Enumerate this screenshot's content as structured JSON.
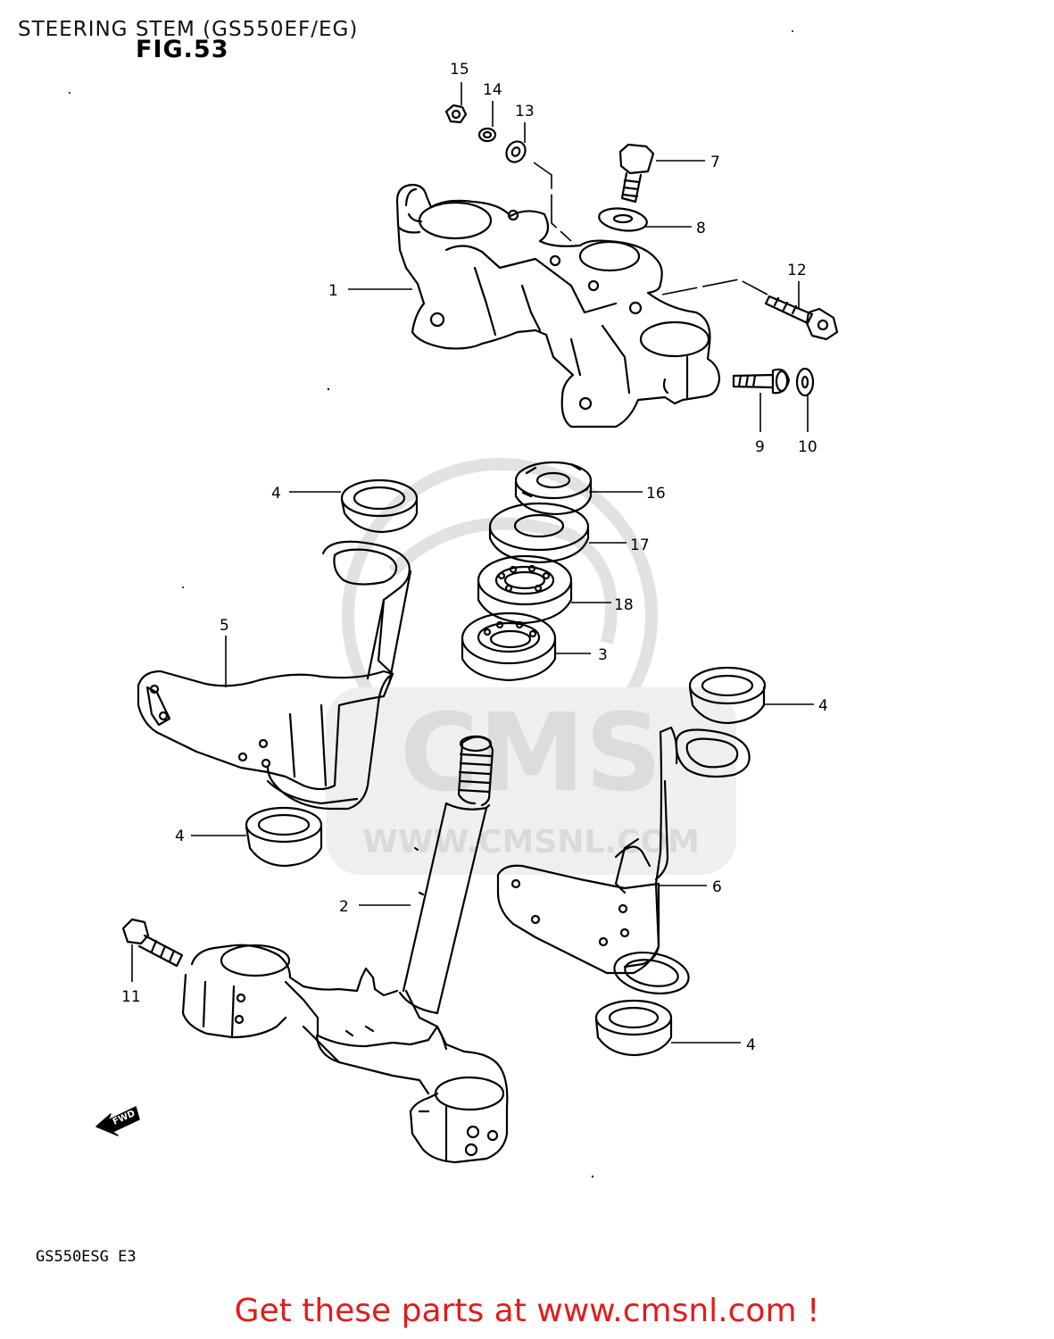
{
  "header": {
    "title": "STEERING STEM (GS550EF/EG)",
    "figure": "FIG.53"
  },
  "model_code": "GS550ESG E3",
  "call_to_action": "Get these parts at www.cmsnl.com !",
  "watermark": {
    "logo_text": "CMS",
    "url": "WWW.CMSNL.COM"
  },
  "fwd_marker": "FWD",
  "callouts": [
    {
      "name": "callout-1",
      "label": "1"
    },
    {
      "name": "callout-2",
      "label": "2"
    },
    {
      "name": "callout-3",
      "label": "3"
    },
    {
      "name": "callout-4-left-top",
      "label": "4"
    },
    {
      "name": "callout-4-left-bottom",
      "label": "4"
    },
    {
      "name": "callout-4-right-top",
      "label": "4"
    },
    {
      "name": "callout-4-right-bottom",
      "label": "4"
    },
    {
      "name": "callout-5",
      "label": "5"
    },
    {
      "name": "callout-6",
      "label": "6"
    },
    {
      "name": "callout-7",
      "label": "7"
    },
    {
      "name": "callout-8",
      "label": "8"
    },
    {
      "name": "callout-9",
      "label": "9"
    },
    {
      "name": "callout-10",
      "label": "10"
    },
    {
      "name": "callout-11",
      "label": "11"
    },
    {
      "name": "callout-12",
      "label": "12"
    },
    {
      "name": "callout-13",
      "label": "13"
    },
    {
      "name": "callout-14",
      "label": "14"
    },
    {
      "name": "callout-15",
      "label": "15"
    },
    {
      "name": "callout-16",
      "label": "16"
    },
    {
      "name": "callout-17",
      "label": "17"
    },
    {
      "name": "callout-18",
      "label": "18"
    }
  ],
  "colors": {
    "cta": "#e31b1b",
    "line": "#000000",
    "watermark": "#e6e6e6"
  }
}
